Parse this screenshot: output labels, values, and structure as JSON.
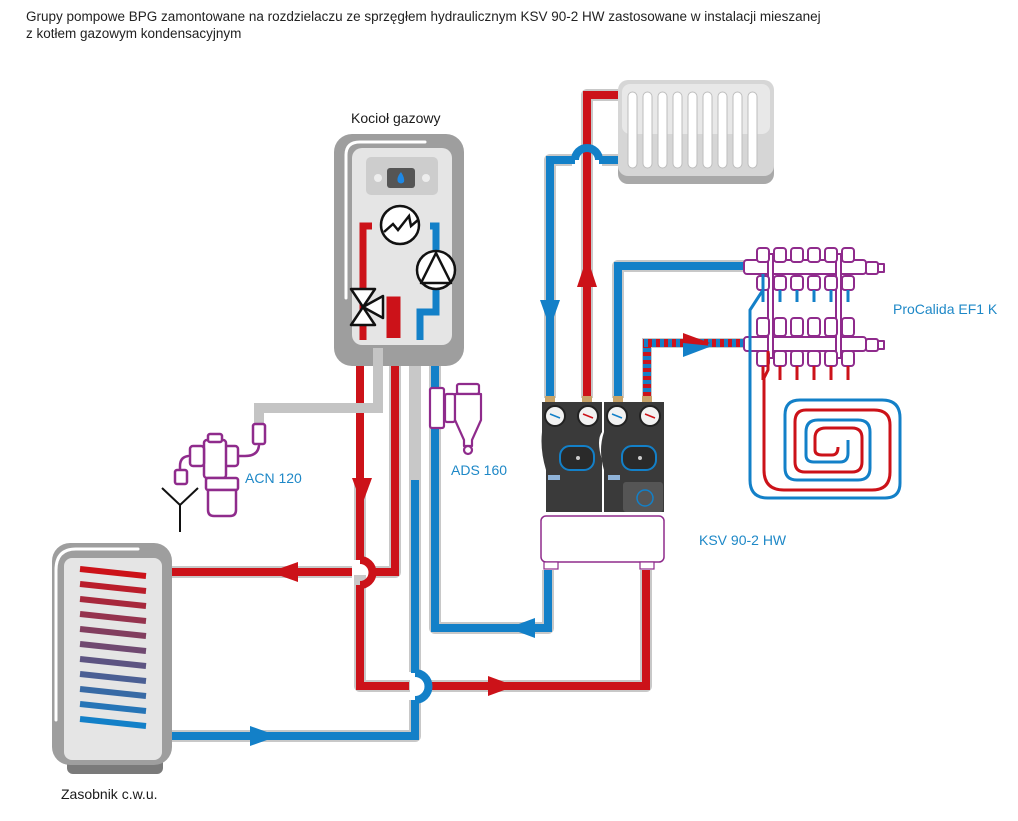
{
  "title": {
    "line1": "Grupy pompowe BPG zamontowane na rozdzielaczu ze sprzęgłem hydraulicznym KSV 90-2 HW zastosowane w instalacji mieszanej",
    "line2": "z kotłem gazowym kondensacyjnym"
  },
  "labels": {
    "boiler": "Kocioł gazowy",
    "tank": "Zasobnik c.w.u.",
    "acn": "ACN 120",
    "ads": "ADS 160",
    "ksv": "KSV 90-2 HW",
    "manifold": "ProCalida EF1 K"
  },
  "colors": {
    "hot": "#cc1219",
    "cold": "#1380c8",
    "device_outline": "#8f2b8c",
    "housing_dark": "#9a9a9a",
    "housing_light": "#e6e6e6",
    "label_blue": "#1e88c7"
  },
  "icons": {
    "boiler_flame": "flame-icon",
    "heat_exchanger": "heat-exchanger-icon",
    "pump": "pump-icon",
    "three_way_valve": "three-way-valve-icon",
    "radiator": "radiator-icon",
    "drain_funnel": "drain-funnel-icon"
  }
}
